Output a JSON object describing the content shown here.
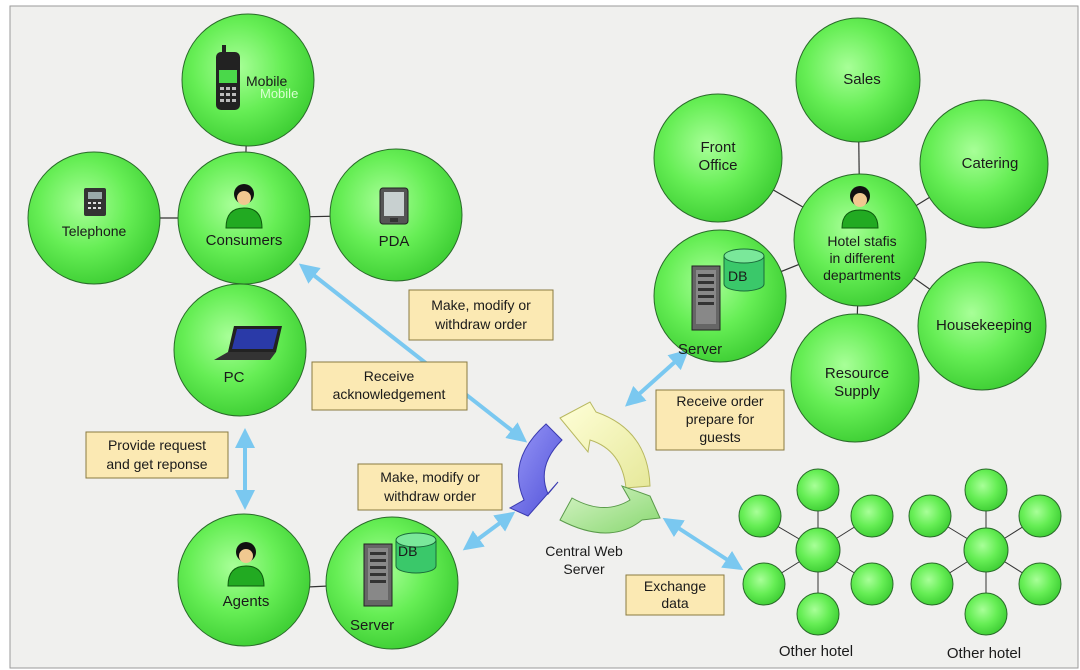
{
  "colors": {
    "background": "#f0f0ee",
    "frame": "#9a9a9a",
    "node_fill": "#66ee55",
    "node_stroke": "#2a6a2a",
    "note_fill": "#fbe9b3",
    "note_stroke": "#8a7a40",
    "arrow": "#7ac8f0",
    "person": "#22aa22"
  },
  "nodes": {
    "mobile": {
      "label": "Mobile",
      "ghost": "Mobile",
      "icon": "mobile-phone-icon"
    },
    "telephone": {
      "label": "Telephone",
      "icon": "telephone-icon"
    },
    "consumers": {
      "label": "Consumers",
      "icon": "person-icon"
    },
    "pda": {
      "label": "PDA",
      "icon": "pda-icon"
    },
    "pc": {
      "label": "PC",
      "icon": "laptop-icon"
    },
    "agents": {
      "label": "Agents",
      "icon": "person-icon"
    },
    "server_left": {
      "label": "Server",
      "db": "DB",
      "icon": "server-icon"
    },
    "sales": {
      "label": "Sales"
    },
    "front_office": {
      "label_line1": "Front",
      "label_line2": "Office"
    },
    "catering": {
      "label": "Catering"
    },
    "hotel_staff": {
      "line1": "Hotel stafis",
      "line2": "in different",
      "line3": "departments",
      "icon": "person-icon"
    },
    "server_right": {
      "label": "Server",
      "db": "DB",
      "icon": "server-icon"
    },
    "housekeeping": {
      "label": "Housekeeping"
    },
    "resource_supply": {
      "line1": "Resource",
      "line2": "Supply"
    },
    "central": {
      "line1": "Central Web",
      "line2": "Server",
      "icon": "cycle-arrows-icon"
    },
    "other_hotel_1": {
      "label": "Other hotel"
    },
    "other_hotel_2": {
      "label": "Other hotel"
    }
  },
  "notes": {
    "make_modify_top": {
      "line1": "Make, modify or",
      "line2": "withdraw order"
    },
    "receive_ack": {
      "line1": "Receive",
      "line2": "acknowledgement"
    },
    "provide_request": {
      "line1": "Provide request",
      "line2": "and get reponse"
    },
    "make_modify_bottom": {
      "line1": "Make, modify or",
      "line2": "withdraw order"
    },
    "receive_order": {
      "line1": "Receive order",
      "line2": "prepare for",
      "line3": "guests"
    },
    "exchange_data": {
      "line1": "Exchange",
      "line2": "data"
    }
  }
}
